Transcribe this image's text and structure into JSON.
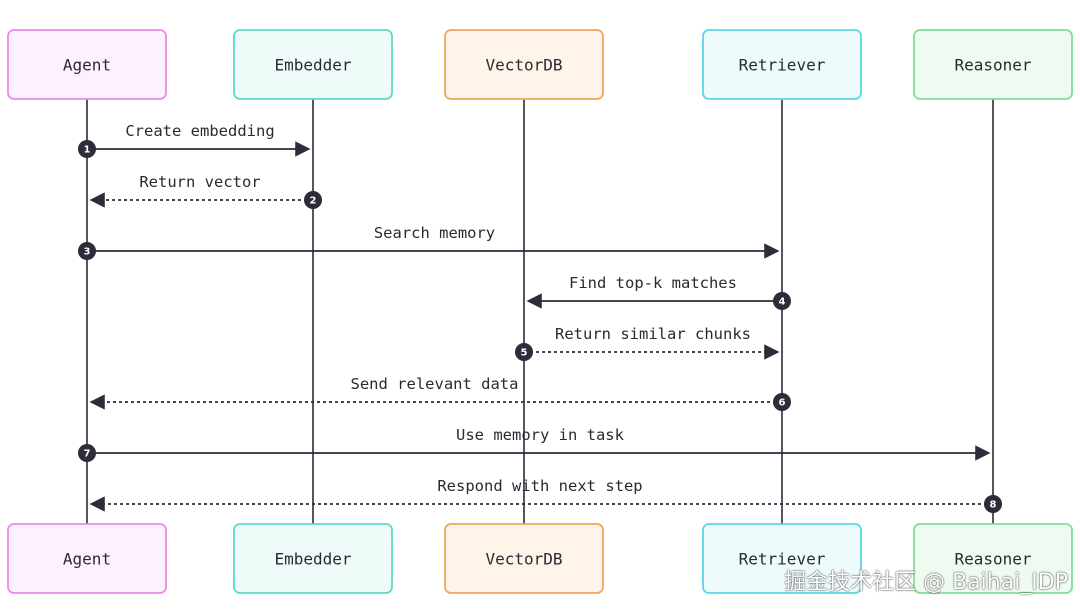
{
  "participants": [
    {
      "id": "agent",
      "label": "Agent",
      "border": "#e98be8",
      "fill": "#fdf1fd"
    },
    {
      "id": "embedder",
      "label": "Embedder",
      "border": "#5fd9c6",
      "fill": "#eefbf8"
    },
    {
      "id": "vectordb",
      "label": "VectorDB",
      "border": "#f3a55a",
      "fill": "#fff4e9"
    },
    {
      "id": "retriever",
      "label": "Retriever",
      "border": "#5ad5e8",
      "fill": "#eefbfd"
    },
    {
      "id": "reasoner",
      "label": "Reasoner",
      "border": "#7fdc9a",
      "fill": "#effbf1"
    }
  ],
  "messages": [
    {
      "num": "1",
      "from": "agent",
      "to": "embedder",
      "label": "Create embedding",
      "style": "solid"
    },
    {
      "num": "2",
      "from": "embedder",
      "to": "agent",
      "label": "Return vector",
      "style": "dashed"
    },
    {
      "num": "3",
      "from": "agent",
      "to": "retriever",
      "label": "Search memory",
      "style": "solid"
    },
    {
      "num": "4",
      "from": "retriever",
      "to": "vectordb",
      "label": "Find top-k matches",
      "style": "solid"
    },
    {
      "num": "5",
      "from": "vectordb",
      "to": "retriever",
      "label": "Return similar chunks",
      "style": "dashed"
    },
    {
      "num": "6",
      "from": "retriever",
      "to": "agent",
      "label": "Send relevant data",
      "style": "dashed"
    },
    {
      "num": "7",
      "from": "agent",
      "to": "reasoner",
      "label": "Use memory in task",
      "style": "solid"
    },
    {
      "num": "8",
      "from": "reasoner",
      "to": "agent",
      "label": "Respond with next step",
      "style": "dashed"
    }
  ],
  "colors": {
    "line": "#2c2c3a",
    "badge": "#2c2c3a"
  },
  "watermark": "掘金技术社区 @ Baihai_IDP"
}
